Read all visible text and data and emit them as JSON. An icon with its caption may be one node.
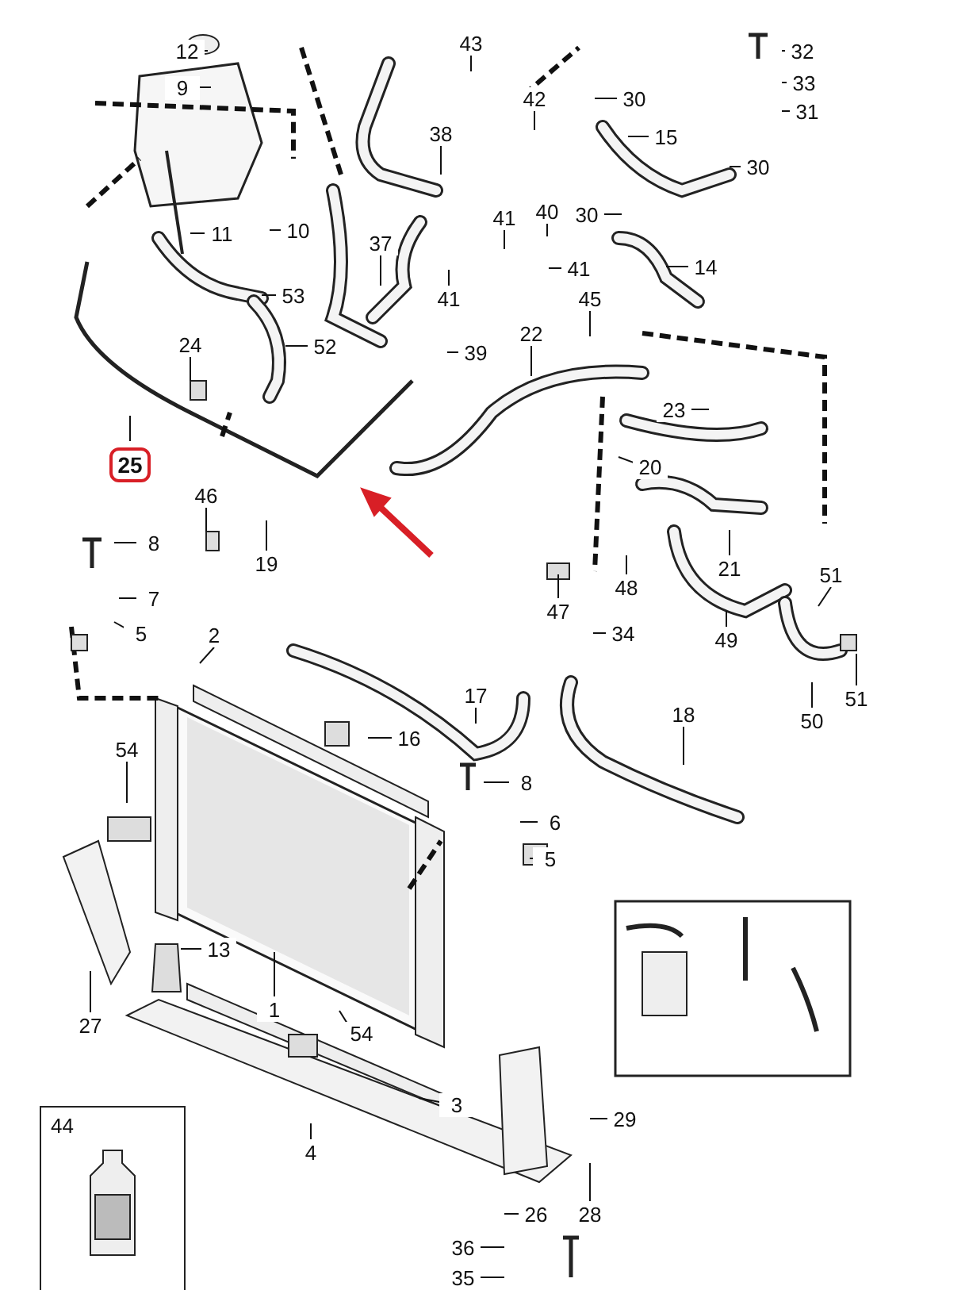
{
  "diagram": {
    "nodes": [
      {
        "text": [
          "12"
        ]
      },
      {
        "text": [
          "9"
        ]
      },
      {
        "text": [
          "11"
        ]
      },
      {
        "text": [
          "10"
        ]
      },
      {
        "text": [
          "53"
        ]
      },
      {
        "text": [
          "52"
        ]
      },
      {
        "text": [
          "24"
        ]
      },
      {
        "text": [
          "25"
        ]
      },
      {
        "text": [
          "46"
        ]
      },
      {
        "text": [
          "19"
        ]
      },
      {
        "text": [
          "8"
        ]
      },
      {
        "text": [
          "7"
        ]
      },
      {
        "text": [
          "5"
        ]
      },
      {
        "text": [
          "43"
        ]
      },
      {
        "text": [
          "38"
        ]
      },
      {
        "text": [
          "37"
        ]
      },
      {
        "text": [
          "42"
        ]
      },
      {
        "text": [
          "30"
        ]
      },
      {
        "text": [
          "15"
        ]
      },
      {
        "text": [
          "30"
        ]
      },
      {
        "text": [
          "32"
        ]
      },
      {
        "text": [
          "33"
        ]
      },
      {
        "text": [
          "31"
        ]
      },
      {
        "text": [
          "40"
        ]
      },
      {
        "text": [
          "41"
        ]
      },
      {
        "text": [
          "30"
        ]
      },
      {
        "text": [
          "41"
        ]
      },
      {
        "text": [
          "41"
        ]
      },
      {
        "text": [
          "39"
        ]
      },
      {
        "text": [
          "14"
        ]
      },
      {
        "text": [
          "45"
        ]
      },
      {
        "text": [
          "22"
        ]
      },
      {
        "text": [
          "23"
        ]
      },
      {
        "text": [
          "20"
        ]
      },
      {
        "text": [
          "21"
        ]
      },
      {
        "text": [
          "48"
        ]
      },
      {
        "text": [
          "47"
        ]
      },
      {
        "text": [
          "34"
        ]
      },
      {
        "text": [
          "49"
        ]
      },
      {
        "text": [
          "51"
        ]
      },
      {
        "text": [
          "51"
        ]
      },
      {
        "text": [
          "50"
        ]
      },
      {
        "text": [
          "2"
        ]
      },
      {
        "text": [
          "17"
        ]
      },
      {
        "text": [
          "16"
        ]
      },
      {
        "text": [
          "18"
        ]
      },
      {
        "text": [
          "8"
        ]
      },
      {
        "text": [
          "6"
        ]
      },
      {
        "text": [
          "5"
        ]
      },
      {
        "text": [
          "54"
        ]
      },
      {
        "text": [
          "13"
        ]
      },
      {
        "text": [
          "1"
        ]
      },
      {
        "text": [
          "27"
        ]
      },
      {
        "text": [
          "54"
        ]
      },
      {
        "text": [
          "3"
        ]
      },
      {
        "text": [
          "29"
        ]
      },
      {
        "text": [
          "28"
        ]
      },
      {
        "text": [
          "26"
        ]
      },
      {
        "text": [
          "4"
        ]
      },
      {
        "text": [
          "36"
        ]
      },
      {
        "text": [
          "35"
        ]
      },
      {
        "text": [
          "44"
        ]
      }
    ],
    "edges": [
      {
        "from": 0,
        "to": null,
        "arrow": "none"
      },
      {
        "from": 1,
        "to": null,
        "arrow": "none"
      },
      {
        "from": 2,
        "to": null,
        "arrow": "none"
      },
      {
        "from": 3,
        "to": null,
        "arrow": "none"
      },
      {
        "from": 4,
        "to": null,
        "arrow": "none"
      },
      {
        "from": 5,
        "to": null,
        "arrow": "none"
      },
      {
        "from": 6,
        "to": null,
        "arrow": "none"
      },
      {
        "from": 7,
        "to": null,
        "arrow": "none"
      },
      {
        "from": 8,
        "to": null,
        "arrow": "none"
      },
      {
        "from": 9,
        "to": null,
        "arrow": "none"
      },
      {
        "from": 10,
        "to": null,
        "arrow": "none"
      },
      {
        "from": 11,
        "to": null,
        "arrow": "none"
      },
      {
        "from": 12,
        "to": null,
        "arrow": "none"
      },
      {
        "from": 13,
        "to": null,
        "arrow": "none"
      },
      {
        "from": 14,
        "to": null,
        "arrow": "none"
      },
      {
        "from": 15,
        "to": null,
        "arrow": "none"
      },
      {
        "from": 16,
        "to": null,
        "arrow": "none"
      },
      {
        "from": 17,
        "to": null,
        "arrow": "none"
      },
      {
        "from": 18,
        "to": null,
        "arrow": "none"
      },
      {
        "from": 19,
        "to": null,
        "arrow": "none"
      },
      {
        "from": 20,
        "to": null,
        "arrow": "none"
      },
      {
        "from": 21,
        "to": null,
        "arrow": "none"
      },
      {
        "from": 22,
        "to": null,
        "arrow": "none"
      },
      {
        "from": 23,
        "to": null,
        "arrow": "none"
      },
      {
        "from": 24,
        "to": null,
        "arrow": "none"
      },
      {
        "from": 25,
        "to": null,
        "arrow": "none"
      },
      {
        "from": 26,
        "to": null,
        "arrow": "none"
      },
      {
        "from": 27,
        "to": null,
        "arrow": "none"
      },
      {
        "from": 28,
        "to": null,
        "arrow": "none"
      },
      {
        "from": 29,
        "to": null,
        "arrow": "none"
      },
      {
        "from": 30,
        "to": null,
        "arrow": "none"
      },
      {
        "from": 31,
        "to": null,
        "arrow": "none"
      },
      {
        "from": 32,
        "to": null,
        "arrow": "none"
      },
      {
        "from": 33,
        "to": null,
        "arrow": "none"
      },
      {
        "from": 34,
        "to": null,
        "arrow": "none"
      },
      {
        "from": 35,
        "to": null,
        "arrow": "none"
      },
      {
        "from": 36,
        "to": null,
        "arrow": "none"
      },
      {
        "from": 37,
        "to": null,
        "arrow": "none"
      },
      {
        "from": 38,
        "to": null,
        "arrow": "none"
      },
      {
        "from": 39,
        "to": null,
        "arrow": "none"
      },
      {
        "from": 40,
        "to": null,
        "arrow": "none"
      },
      {
        "from": 41,
        "to": null,
        "arrow": "none"
      },
      {
        "from": 42,
        "to": null,
        "arrow": "none"
      },
      {
        "from": 43,
        "to": null,
        "arrow": "none"
      },
      {
        "from": 44,
        "to": null,
        "arrow": "none"
      },
      {
        "from": 45,
        "to": null,
        "arrow": "none"
      },
      {
        "from": 46,
        "to": null,
        "arrow": "none"
      },
      {
        "from": 47,
        "to": null,
        "arrow": "none"
      },
      {
        "from": 48,
        "to": null,
        "arrow": "none"
      },
      {
        "from": 49,
        "to": null,
        "arrow": "none"
      },
      {
        "from": 50,
        "to": null,
        "arrow": "none"
      },
      {
        "from": 51,
        "to": null,
        "arrow": "none"
      },
      {
        "from": 52,
        "to": null,
        "arrow": "none"
      },
      {
        "from": 53,
        "to": null,
        "arrow": "none"
      },
      {
        "from": 54,
        "to": null,
        "arrow": "none"
      },
      {
        "from": 55,
        "to": null,
        "arrow": "none"
      },
      {
        "from": 56,
        "to": null,
        "arrow": "none"
      },
      {
        "from": 57,
        "to": null,
        "arrow": "none"
      },
      {
        "from": 58,
        "to": null,
        "arrow": "none"
      },
      {
        "from": 59,
        "to": null,
        "arrow": "none"
      },
      {
        "from": 60,
        "to": null,
        "arrow": "none"
      }
    ]
  }
}
